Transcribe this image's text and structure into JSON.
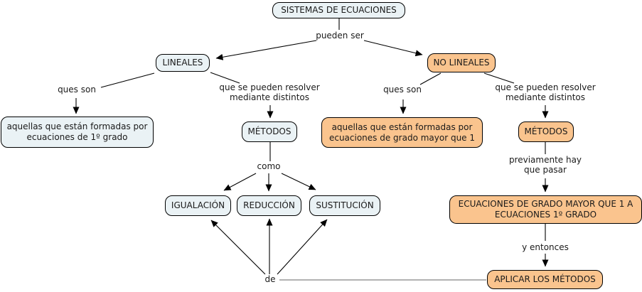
{
  "diagram_title": "SISTEMAS DE ECUACIONES",
  "colors": {
    "concept_fill_blue": "#EAF2F5",
    "concept_fill_orange": "#FAC48E",
    "border": "#000000",
    "line": "#000000",
    "long_link_line": "#666666"
  },
  "nodes": {
    "root": "SISTEMAS DE ECUACIONES",
    "lineales": "LINEALES",
    "no_lineales": "NO LINEALES",
    "lineales_def": "aquellas que están formadas por ecuaciones de 1º grado",
    "metodos_left": "MÉTODOS",
    "no_lineales_def": "aquellas que están formadas por ecuaciones de grado mayor que 1",
    "metodos_right": "MÉTODOS",
    "igualacion": "IGUALACIÓN",
    "reduccion": "REDUCCIÓN",
    "sustitucion": "SUSTITUCIÓN",
    "grado_conversion": "ECUACIONES DE GRADO MAYOR QUE 1 A ECUACIONES 1º GRADO",
    "aplicar": "APLICAR LOS MÉTODOS"
  },
  "link_labels": {
    "pueden_ser": "pueden ser",
    "ques_son_left": "ques son",
    "resolver_left": "que se pueden resolver mediante distintos",
    "como": "como",
    "ques_son_right": "ques son",
    "resolver_right": "que se pueden resolver mediante distintos",
    "previamente": "previamente hay que pasar",
    "y_entonces": "y entonces",
    "de": "de"
  }
}
